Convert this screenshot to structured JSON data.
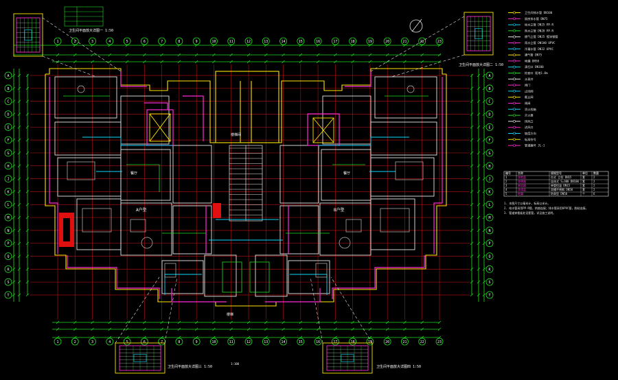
{
  "drawing": {
    "callouts": {
      "top_left": "卫生间平面放大详图一 1:50",
      "top_right": "卫生间平面放大详图二 1:50",
      "bottom_left": "卫生间平面放大详图三 1:50",
      "bottom_right": "卫生间平面放大详图四 1:50"
    },
    "rooms": {
      "left_dining": "餐厅",
      "right_dining": "餐厅",
      "stair_note": "楼梯间",
      "left_unit": "A户型",
      "right_unit": "B户型",
      "bottom_scale": "1:100",
      "stair_tag": "楼梯"
    },
    "axis_labels_top": [
      "1",
      "2",
      "3",
      "4",
      "5",
      "6",
      "7",
      "8",
      "9",
      "10",
      "11",
      "12",
      "13",
      "14",
      "15",
      "16",
      "17",
      "18",
      "19",
      "20",
      "21",
      "22",
      "23"
    ],
    "axis_labels_side": [
      "A",
      "B",
      "C",
      "D",
      "E",
      "F",
      "G",
      "H",
      "J",
      "K",
      "L",
      "M",
      "N",
      "P",
      "Q",
      "R",
      "S",
      "T"
    ],
    "axis_labels_bottom": [
      "1",
      "2",
      "3",
      "4",
      "5",
      "6",
      "7",
      "8",
      "9",
      "10",
      "11",
      "12",
      "13",
      "14",
      "15",
      "16",
      "17",
      "18",
      "19",
      "20",
      "21",
      "22",
      "23"
    ]
  },
  "legend": {
    "items": [
      "卫生间排水管 DN100",
      "厨房排水管 DN75",
      "给水立管 DN25 PP-R",
      "热水立管 DN20 PP-R",
      "燃气立管 DN25 镀锌钢管",
      "雨水立管 DN100 UPVC",
      "冷凝水管 DN32 UPVC",
      "通气管 DN75",
      "地漏 DN50",
      "清扫口 DN100",
      "检查口 距地1.0m",
      "水表井",
      "阀门",
      "止回阀",
      "截止阀",
      "闸阀",
      "消火栓箱",
      "灭火器",
      "排风口",
      "进风口",
      "坡度方向",
      "标高符号",
      "管道编号 JL-1"
    ]
  },
  "table": {
    "headers": [
      "编号",
      "名称",
      "规格型号",
      "单位",
      "数量"
    ],
    "rows": [
      [
        "1",
        "洗脸盆",
        "台式 立柱 DN15",
        "套",
        "2"
      ],
      [
        "2",
        "坐便器",
        "连体式 S=300 DN100",
        "套",
        "2"
      ],
      [
        "3",
        "淋浴器",
        "单管恒温 DN15",
        "套",
        "2"
      ],
      [
        "4",
        "洗涤盆",
        "双槽不锈钢 DN50",
        "套",
        "2"
      ],
      [
        "5",
        "地漏",
        "防臭型 DN50",
        "个",
        "6"
      ]
    ],
    "notes": [
      "1. 本图尺寸以毫米计，标高以米计。",
      "2. 给水管采用PP-R管，热熔连接；排水管采用UPVC管，胶粘连接。",
      "3. 管道穿楼板处设套管，详见施工说明。"
    ]
  }
}
